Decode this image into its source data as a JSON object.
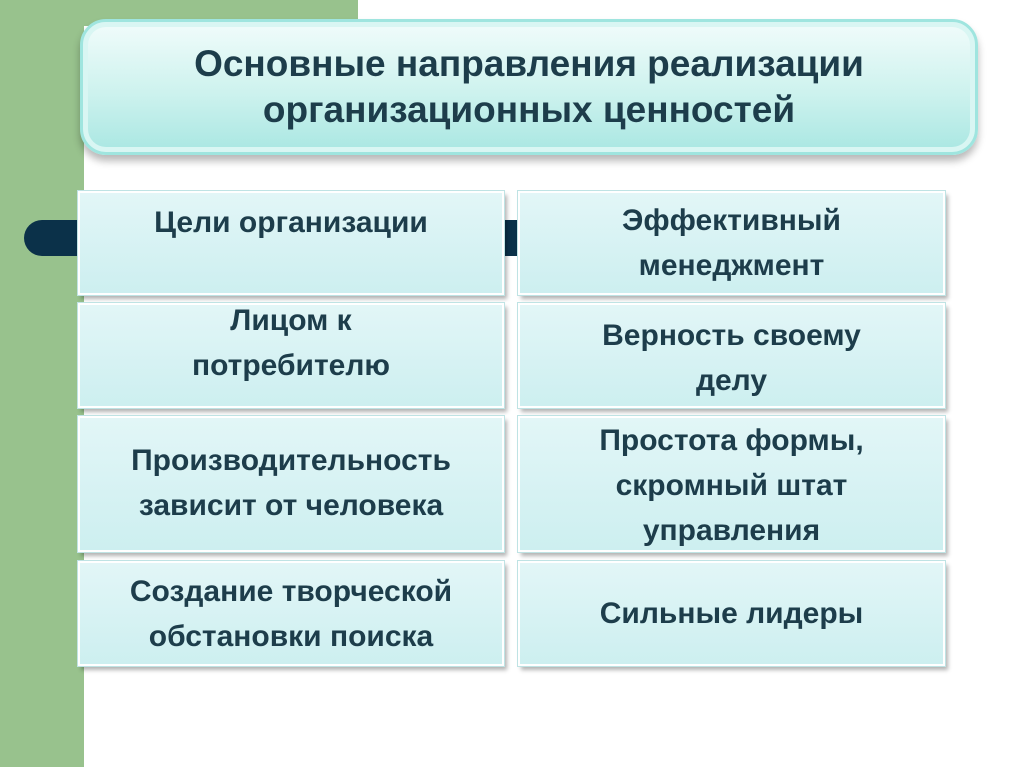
{
  "title": {
    "line1": "Основные направления реализации",
    "line2": "организационных ценностей"
  },
  "left_column": [
    {
      "lines": [
        "Цели организации"
      ]
    },
    {
      "lines": [
        "Лицом к",
        "потребителю"
      ]
    },
    {
      "lines": [
        "Производительность",
        "зависит от человека"
      ]
    },
    {
      "lines": [
        "Создание творческой",
        "обстановки поиска"
      ]
    }
  ],
  "right_column": [
    {
      "lines": [
        "Эффективный",
        "менеджмент"
      ]
    },
    {
      "lines": [
        "Верность своему",
        "делу"
      ]
    },
    {
      "lines": [
        "Простота формы,",
        "скромный штат",
        "управления"
      ]
    },
    {
      "lines": [
        "Сильные лидеры"
      ]
    }
  ],
  "colors": {
    "band": "#98c28d",
    "bar": "#0b3149",
    "text": "#1d3d4b",
    "title_fill": "#cdf2ee",
    "card_fill": "#d8f3f4"
  }
}
